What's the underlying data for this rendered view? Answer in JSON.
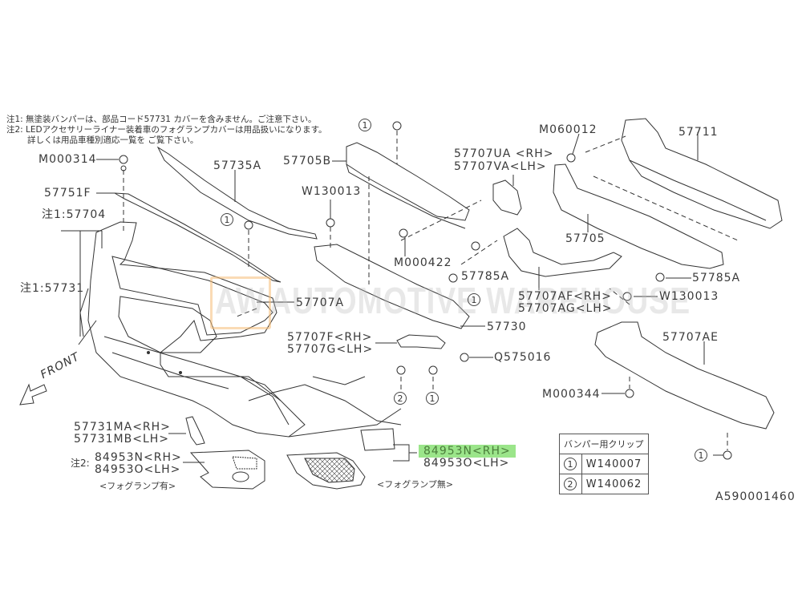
{
  "diagram": {
    "reference_code": "A590001460",
    "notes": [
      "注1: 無塗装バンパーは、部品コード57731 カバーを含みません。ご注意下さい。",
      "注2: LEDアクセサリーライナー装着車のフォグランプカバーは用品扱いになります。",
      "詳しくは用品車種別適応一覧を ご覧下さい。"
    ],
    "front_label": "FRONT",
    "watermark": {
      "logo": "AW",
      "text": "AUTOMOTIVE WAREHOUSE",
      "accent_color": "#f6be78"
    },
    "highlight_color": "#9be58a",
    "parts": {
      "m000314": "M000314",
      "p57735a": "57735A",
      "p57705b": "57705B",
      "p57751f": "57751F",
      "p57704": "注1:57704",
      "p57731": "注1:57731",
      "w130013_left": "W130013",
      "m000422": "M000422",
      "p57707ua": "57707UA <RH>",
      "p57707va": "57707VA<LH>",
      "m060012": "M060012",
      "p57711": "57711",
      "p57705": "57705",
      "p57785a_left": "57785A",
      "p57785a_right": "57785A",
      "p57707a": "57707A",
      "p57707af": "57707AF<RH>",
      "p57707ag": "57707AG<LH>",
      "w130013_right": "W130013",
      "p57730": "57730",
      "p57707f": "57707F<RH>",
      "p57707g": "57707G<LH>",
      "q575016": "Q575016",
      "p57707ae": "57707AE",
      "m000344": "M000344",
      "p57731ma": "57731MA<RH>",
      "p57731mb": "57731MB<LH>",
      "note2_prefix": "注2:",
      "p84953n_fog": "84953N<RH>",
      "p84953o_fog": "84953O<LH>",
      "fog_with": "<フォグランプ有>",
      "p84953n_nofog": "84953N<RH>",
      "p84953o_nofog": "84953O<LH>",
      "fog_without": "<フォグランプ無>"
    },
    "clip_markers": [
      "1",
      "2"
    ],
    "clip_table": {
      "header": "バンパー用クリップ",
      "rows": [
        {
          "marker": "1",
          "part": "W140007"
        },
        {
          "marker": "2",
          "part": "W140062"
        }
      ]
    }
  }
}
